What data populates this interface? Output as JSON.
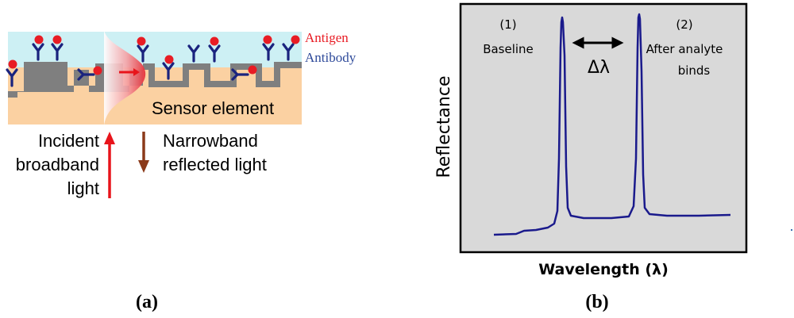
{
  "panel_a": {
    "labels": {
      "antigen": "Antigen",
      "antibody": "Antibody",
      "sensor_element": "Sensor element",
      "incident": [
        "Incident",
        "broadband",
        "light"
      ],
      "reflected": [
        "Narrowband",
        "reflected light"
      ]
    },
    "caption": "(a)",
    "colors": {
      "analyte_layer": "#cdf0f4",
      "substrate": "#fbd1a2",
      "grating": "#7f7f7f",
      "antibody": "#1a237e",
      "antigen": "#e81c24",
      "incident_arrow": "#e8141b",
      "reflected_arrow": "#8b3a1a",
      "antigen_label": "#e81c24",
      "antibody_label": "#2e4a9a"
    }
  },
  "panel_b": {
    "peak1_label": [
      "(1)",
      "Baseline"
    ],
    "peak2_label": [
      "(2)",
      "After analyte",
      "binds"
    ],
    "delta_label": "Δλ",
    "ylabel": "Reflectance",
    "xlabel": "Wavelength (λ)",
    "caption": "(b)",
    "colors": {
      "plot_bg": "#d9d9d9",
      "curve": "#1a1a8c"
    }
  }
}
